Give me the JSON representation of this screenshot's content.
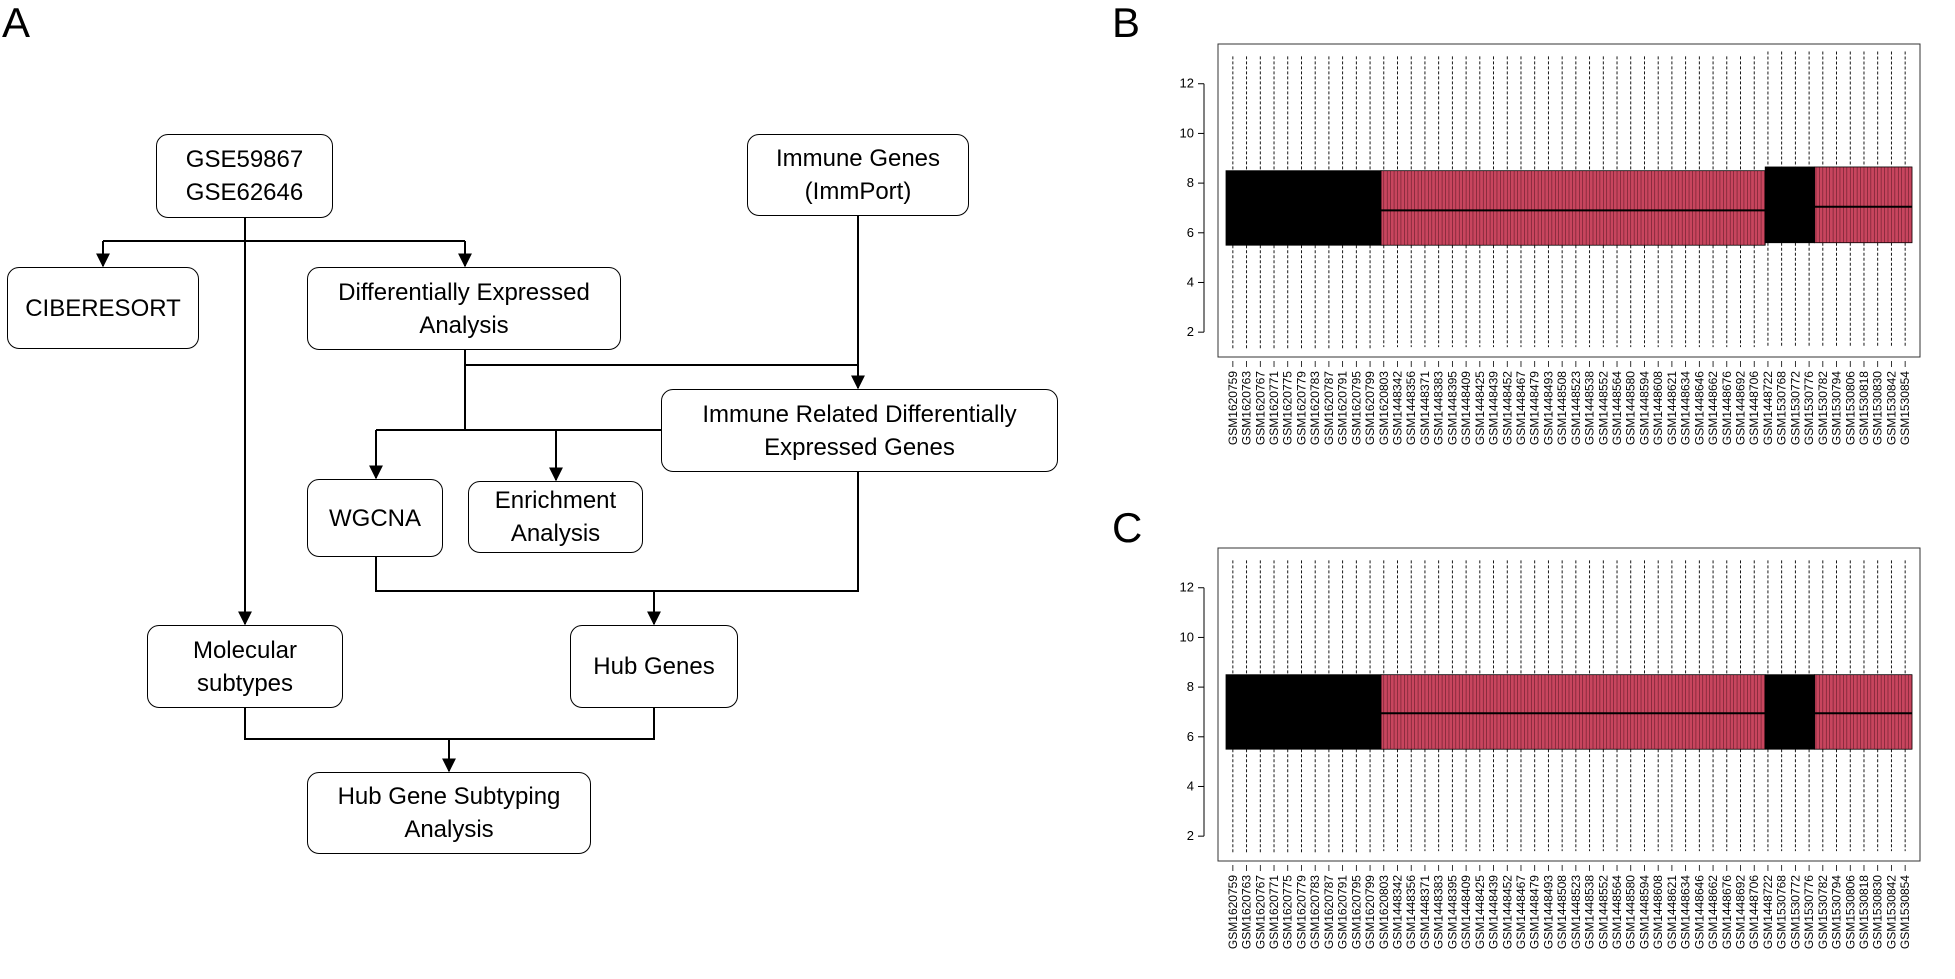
{
  "panels": {
    "a": "A",
    "b": "B",
    "c": "C"
  },
  "flowchart": {
    "gse": [
      "GSE59867",
      "GSE62646"
    ],
    "immune_genes": [
      "Immune Genes",
      "(ImmPort)"
    ],
    "cibersort": [
      "CIBERESORT"
    ],
    "dea": [
      "Differentially Expressed",
      "Analysis"
    ],
    "irdeg": [
      "Immune Related Differentially",
      "Expressed Genes"
    ],
    "wgcna": [
      "WGCNA"
    ],
    "enrichment": [
      "Enrichment",
      "Analysis"
    ],
    "molecular": [
      "Molecular",
      "subtypes"
    ],
    "hub": [
      "Hub Genes"
    ],
    "subtyping": [
      "Hub Gene Subtyping",
      "Analysis"
    ]
  },
  "chart_data": [
    {
      "type": "box",
      "panel": "B",
      "ylim": [
        1,
        13.6
      ],
      "yticks": [
        2,
        4,
        6,
        8,
        10,
        12
      ],
      "samples": [
        "GSM1620759",
        "GSM1620763",
        "GSM1620767",
        "GSM1620771",
        "GSM1620775",
        "GSM1620779",
        "GSM1620783",
        "GSM1620787",
        "GSM1620791",
        "GSM1620795",
        "GSM1620799",
        "GSM1620803",
        "GSM1448342",
        "GSM1448356",
        "GSM1448371",
        "GSM1448383",
        "GSM1448395",
        "GSM1448409",
        "GSM1448425",
        "GSM1448439",
        "GSM1448452",
        "GSM1448467",
        "GSM1448479",
        "GSM1448493",
        "GSM1448508",
        "GSM1448523",
        "GSM1448538",
        "GSM1448552",
        "GSM1448564",
        "GSM1448580",
        "GSM1448594",
        "GSM1448608",
        "GSM1448621",
        "GSM1448634",
        "GSM1448646",
        "GSM1448662",
        "GSM1448676",
        "GSM1448692",
        "GSM1448706",
        "GSM1448722",
        "GSM1530768",
        "GSM1530772",
        "GSM1530776",
        "GSM1530782",
        "GSM1530794",
        "GSM1530806",
        "GSM1530818",
        "GSM1530830",
        "GSM1530842",
        "GSM1530854"
      ],
      "groups": [
        {
          "name": "",
          "fraction": 0.226,
          "color": "#000000",
          "q1": 5.5,
          "median": 6.9,
          "q3": 8.5,
          "min": 1.3,
          "max": 13.1
        },
        {
          "name": "",
          "fraction": 0.56,
          "color": "#c8455e",
          "q1": 5.5,
          "median": 6.9,
          "q3": 8.5,
          "min": 1.4,
          "max": 13.1
        },
        {
          "name": "",
          "fraction": 0.072,
          "color": "#000000",
          "q1": 5.6,
          "median": 7.05,
          "q3": 8.65,
          "min": 1.4,
          "max": 13.3
        },
        {
          "name": "",
          "fraction": 0.142,
          "color": "#c8455e",
          "q1": 5.6,
          "median": 7.05,
          "q3": 8.65,
          "min": 1.4,
          "max": 13.3
        }
      ]
    },
    {
      "type": "box",
      "panel": "C",
      "ylim": [
        1,
        13.6
      ],
      "yticks": [
        2,
        4,
        6,
        8,
        10,
        12
      ],
      "samples": [
        "GSM1620759",
        "GSM1620763",
        "GSM1620767",
        "GSM1620771",
        "GSM1620775",
        "GSM1620779",
        "GSM1620783",
        "GSM1620787",
        "GSM1620791",
        "GSM1620795",
        "GSM1620799",
        "GSM1620803",
        "GSM1448342",
        "GSM1448356",
        "GSM1448371",
        "GSM1448383",
        "GSM1448395",
        "GSM1448409",
        "GSM1448425",
        "GSM1448439",
        "GSM1448452",
        "GSM1448467",
        "GSM1448479",
        "GSM1448493",
        "GSM1448508",
        "GSM1448523",
        "GSM1448538",
        "GSM1448552",
        "GSM1448564",
        "GSM1448580",
        "GSM1448594",
        "GSM1448608",
        "GSM1448621",
        "GSM1448634",
        "GSM1448646",
        "GSM1448662",
        "GSM1448676",
        "GSM1448692",
        "GSM1448706",
        "GSM1448722",
        "GSM1530768",
        "GSM1530772",
        "GSM1530776",
        "GSM1530782",
        "GSM1530794",
        "GSM1530806",
        "GSM1530818",
        "GSM1530830",
        "GSM1530842",
        "GSM1530854"
      ],
      "groups": [
        {
          "name": "",
          "fraction": 0.226,
          "color": "#000000",
          "q1": 5.5,
          "median": 6.95,
          "q3": 8.5,
          "min": 1.3,
          "max": 13.1
        },
        {
          "name": "",
          "fraction": 0.56,
          "color": "#c8455e",
          "q1": 5.5,
          "median": 6.95,
          "q3": 8.5,
          "min": 1.4,
          "max": 13.1
        },
        {
          "name": "",
          "fraction": 0.072,
          "color": "#000000",
          "q1": 5.5,
          "median": 6.95,
          "q3": 8.5,
          "min": 1.4,
          "max": 13.1
        },
        {
          "name": "",
          "fraction": 0.142,
          "color": "#c8455e",
          "q1": 5.5,
          "median": 6.95,
          "q3": 8.5,
          "min": 1.4,
          "max": 13.1
        }
      ]
    }
  ]
}
